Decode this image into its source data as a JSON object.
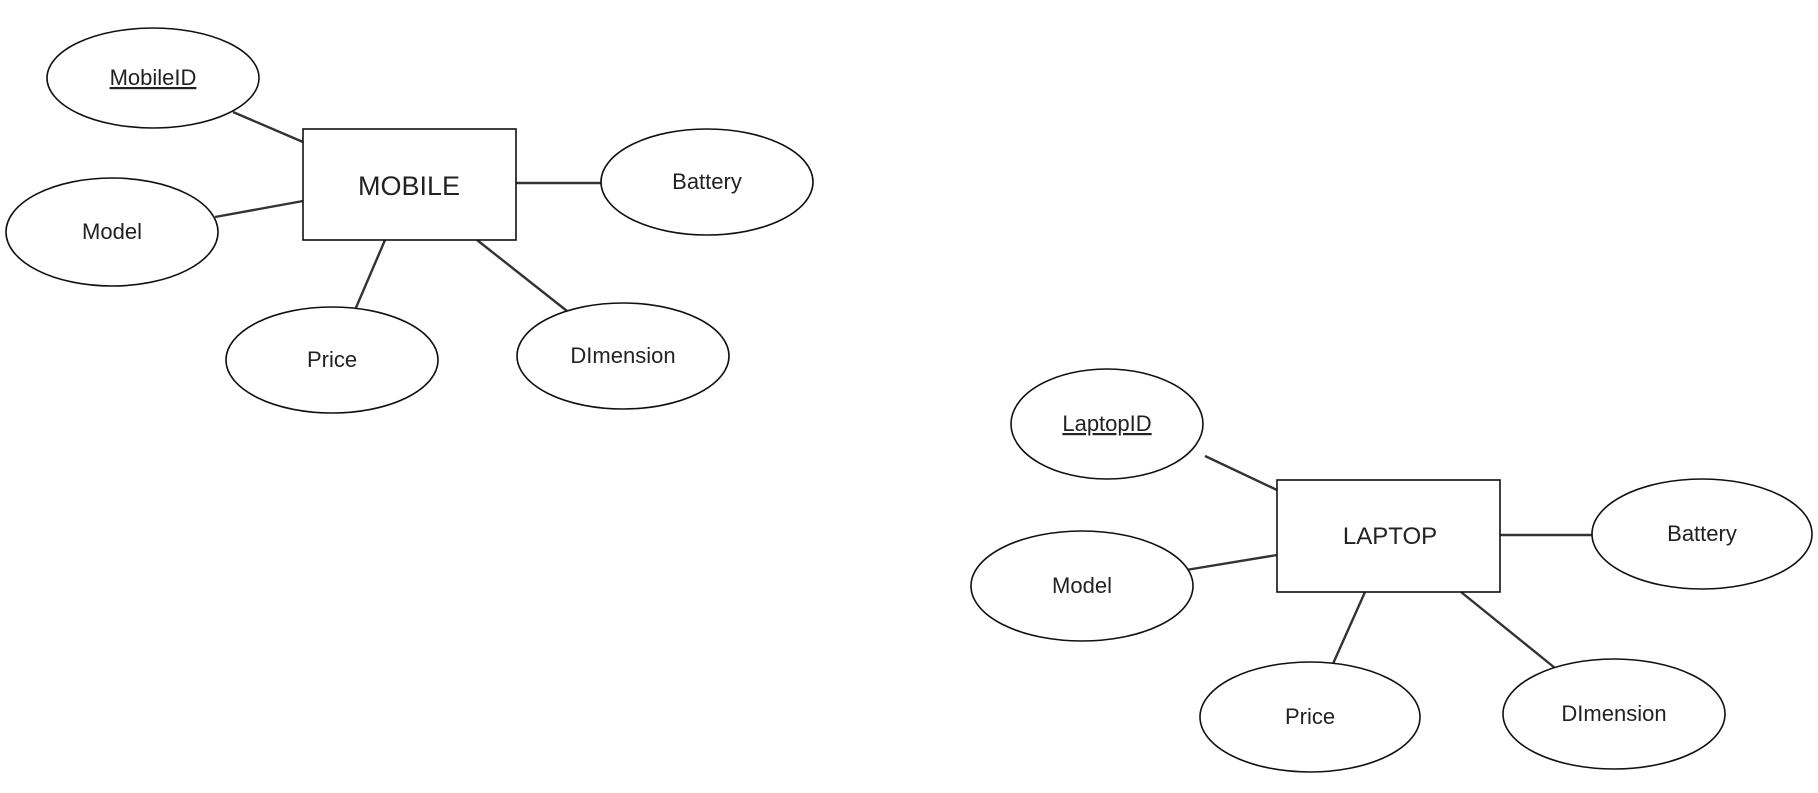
{
  "diagram": {
    "entities": [
      {
        "name": "MOBILE",
        "attributes": [
          {
            "label": "MobileID",
            "key": true
          },
          {
            "label": "Model",
            "key": false
          },
          {
            "label": "Price",
            "key": false
          },
          {
            "label": "DImension",
            "key": false
          },
          {
            "label": "Battery",
            "key": false
          }
        ]
      },
      {
        "name": "LAPTOP",
        "attributes": [
          {
            "label": "LaptopID",
            "key": true
          },
          {
            "label": "Model",
            "key": false
          },
          {
            "label": "Price",
            "key": false
          },
          {
            "label": "DImension",
            "key": false
          },
          {
            "label": "Battery",
            "key": false
          }
        ]
      }
    ]
  }
}
